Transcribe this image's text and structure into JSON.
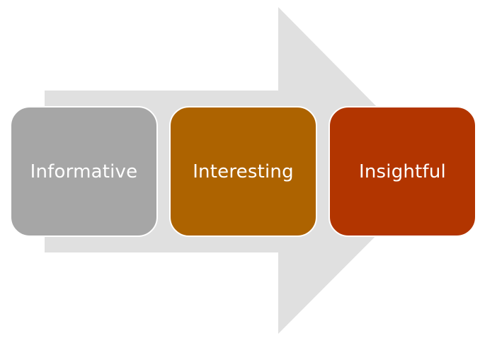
{
  "diagram": {
    "type": "process-arrow",
    "arrow_color": "#e0e0e0",
    "steps": [
      {
        "label": "Informative",
        "color": "#a6a6a6"
      },
      {
        "label": "Interesting",
        "color": "#ad6300"
      },
      {
        "label": "Insightful",
        "color": "#b23500"
      }
    ]
  }
}
